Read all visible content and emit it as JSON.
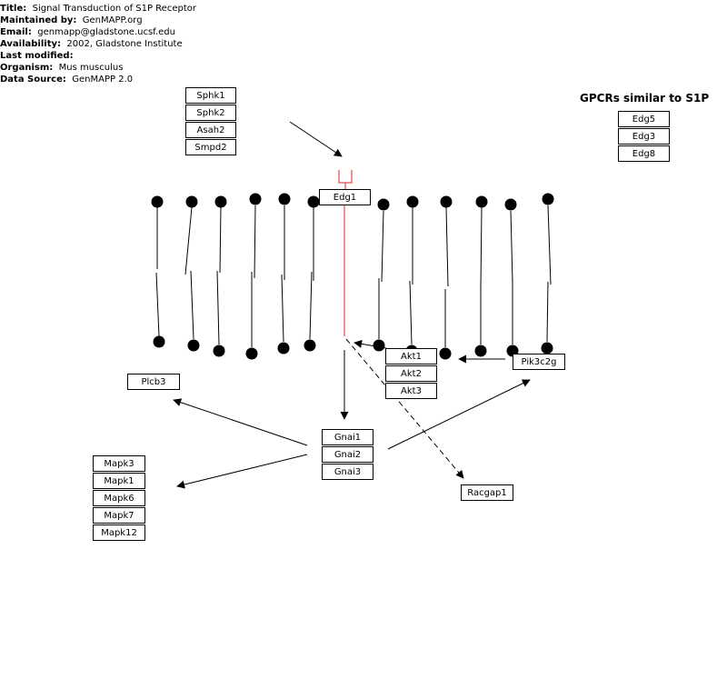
{
  "info": {
    "title_label": "Title:",
    "title_value": "Signal Transduction of S1P Receptor",
    "maintainer_label": "Maintained by:",
    "maintainer_value": "GenMAPP.org",
    "email_label": "Email:",
    "email_value": "genmapp@gladstone.ucsf.edu",
    "availability_label": "Availability:",
    "availability_value": "2002, Gladstone Institute",
    "modified_label": "Last modified:",
    "modified_value": "",
    "organism_label": "Organism:",
    "organism_value": "Mus musculus",
    "source_label": "Data Source:",
    "source_value": "GenMAPP 2.0"
  },
  "gpcr_title": "GPCRs similar to S1P",
  "genes": {
    "sphk1": "Sphk1",
    "sphk2": "Sphk2",
    "asah2": "Asah2",
    "smpd2": "Smpd2",
    "edg1": "Edg1",
    "edg5": "Edg5",
    "edg3": "Edg3",
    "edg8": "Edg8",
    "plcb3": "Plcb3",
    "akt1": "Akt1",
    "akt2": "Akt2",
    "akt3": "Akt3",
    "pik3c2g": "Pik3c2g",
    "gnai1": "Gnai1",
    "gnai2": "Gnai2",
    "gnai3": "Gnai3",
    "racgap1": "Racgap1",
    "mapk3": "Mapk3",
    "mapk1": "Mapk1",
    "mapk6": "Mapk6",
    "mapk7": "Mapk7",
    "mapk12": "Mapk12"
  },
  "colors": {
    "receptor": "#e02020",
    "line": "#000000"
  }
}
